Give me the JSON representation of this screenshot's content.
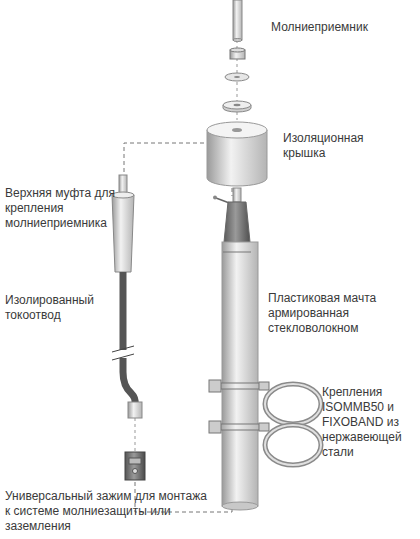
{
  "diagram": {
    "labels": [
      "Молниеприемник",
      "Изоляционная крышка",
      "Верхняя муфта для крепления молниеприемника",
      "Изолированный токоотвод",
      "Пластиковая мачта армированная стекловолокном",
      "Крепления ISOMMB50 и FIXOBAND из нержавеющей стали",
      "Универсальный зажим для монтажа к системе молниезащиты или заземления"
    ]
  }
}
